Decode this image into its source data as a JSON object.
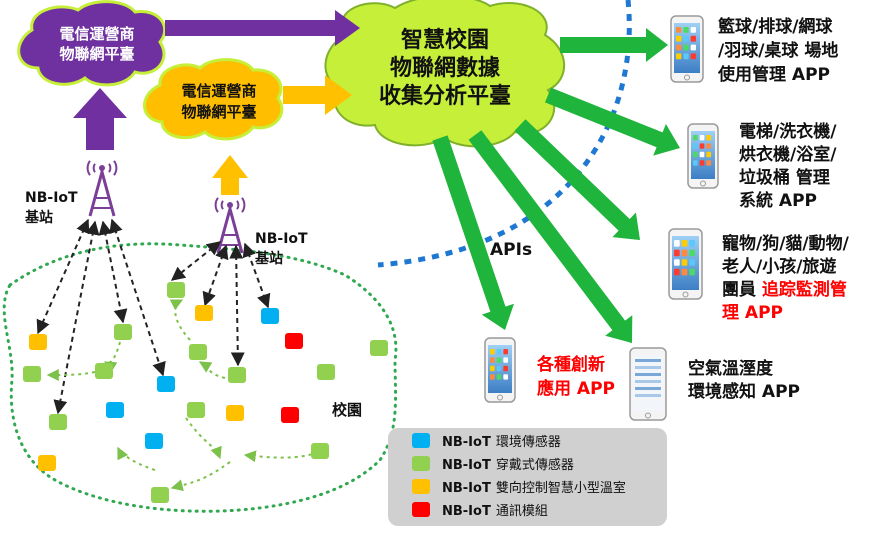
{
  "diagram": {
    "cloud_purple": {
      "lines": [
        "電信運營商",
        "物聯網平臺"
      ],
      "color": "#6f30a0"
    },
    "cloud_orange": {
      "lines": [
        "電信運營商",
        "物聯網平臺"
      ],
      "color": "#ffbe00"
    },
    "cloud_center": {
      "lines": [
        "智慧校園",
        "物聯網數據",
        "收集分析平臺"
      ],
      "color": "#c6ef3a"
    },
    "station_left": {
      "lines": [
        "NB-IoT",
        "基站"
      ]
    },
    "station_right": {
      "lines": [
        "NB-IoT",
        "基站"
      ]
    },
    "campus_label": "校園",
    "apis_label": "APIs",
    "apps": [
      {
        "lines": [
          [
            {
              "t": "籃球/排球/網球"
            }
          ],
          [
            {
              "t": "/羽球/桌球 場地"
            }
          ],
          [
            {
              "t": "使用管理 APP"
            }
          ]
        ]
      },
      {
        "lines": [
          [
            {
              "t": "電梯/洗衣機/"
            }
          ],
          [
            {
              "t": "烘衣機/浴室/"
            }
          ],
          [
            {
              "t": "垃圾桶 管理"
            }
          ],
          [
            {
              "t": "系統 APP"
            }
          ]
        ]
      },
      {
        "lines": [
          [
            {
              "t": "寵物/狗/貓/動物/"
            }
          ],
          [
            {
              "t": "老人/小孩/旅遊"
            }
          ],
          [
            {
              "t": "團員 "
            },
            {
              "t": "追踪監測管",
              "red": true
            }
          ],
          [
            {
              "t": "理 APP",
              "red": true
            }
          ]
        ]
      },
      {
        "lines": [
          [
            {
              "t": "各種創新",
              "red": true
            }
          ],
          [
            {
              "t": "應用 APP",
              "red": true
            }
          ]
        ]
      },
      {
        "lines": [
          [
            {
              "t": "空氣溫溼度"
            }
          ],
          [
            {
              "t": "環境感知 APP"
            }
          ]
        ]
      }
    ],
    "legend": [
      {
        "prefix": "NB-IoT",
        "label": "環境傳感器",
        "color": "#00b0f0"
      },
      {
        "prefix": "NB-IoT",
        "label": "穿戴式傳感器",
        "color": "#92d050"
      },
      {
        "prefix": "NB-IoT",
        "label": "雙向控制智慧小型溫室",
        "color": "#ffc000"
      },
      {
        "prefix": "NB-IoT",
        "label": "通訊模組",
        "color": "#ff0000"
      }
    ],
    "colors": {
      "arrow_green": "#1fb43c",
      "arrow_purple": "#7030a0",
      "arrow_orange": "#ffc000",
      "tower": "#7b3f97",
      "boundary_dot": "#2fa84f",
      "dashed_blue": "#1e78d2",
      "legend_bg": "#d0d0d0",
      "red_text": "#ff0000"
    }
  }
}
